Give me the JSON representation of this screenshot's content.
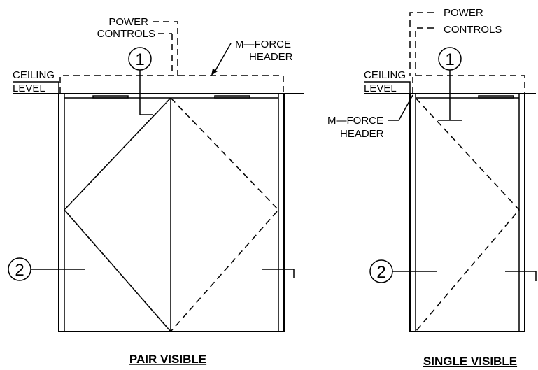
{
  "left_view": {
    "title": "PAIR VISIBLE",
    "label_power_line1": "POWER",
    "label_power_line2": "CONTROLS",
    "label_header_line1": "M—FORCE",
    "label_header_line2": "HEADER",
    "label_ceiling_line1": "CEILING",
    "label_ceiling_line2": "LEVEL",
    "callout_1": "1",
    "callout_2": "2"
  },
  "right_view": {
    "title": "SINGLE VISIBLE",
    "label_power_line1": "POWER",
    "label_power_line2": "CONTROLS",
    "label_header_line1": "M—FORCE",
    "label_header_line2": "HEADER",
    "label_ceiling_line1": "CEILING",
    "label_ceiling_line2": "LEVEL",
    "callout_1": "1",
    "callout_2": "2"
  },
  "colors": {
    "line": "#000000",
    "background": "#ffffff"
  }
}
